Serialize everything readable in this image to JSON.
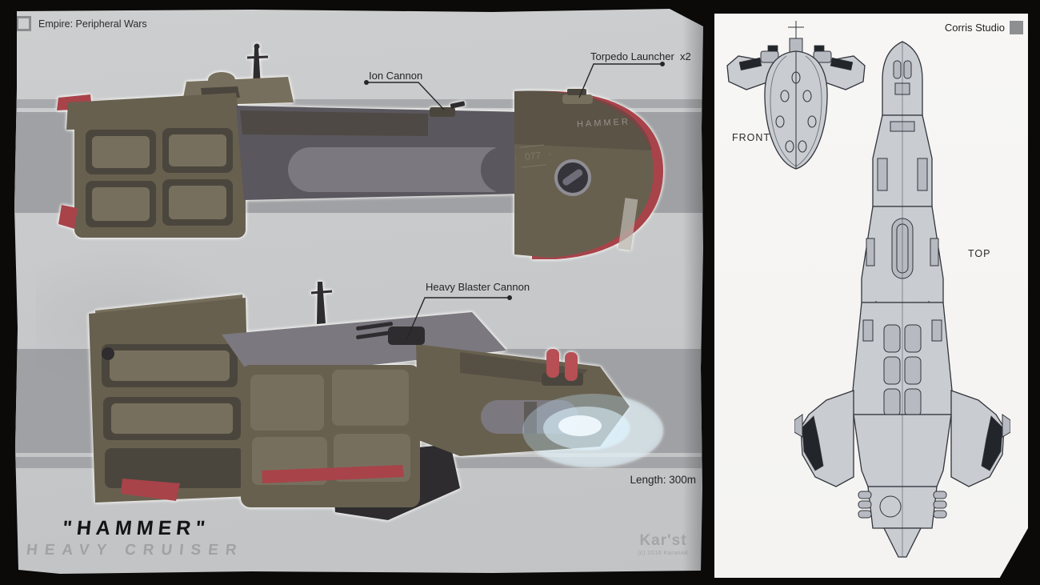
{
  "sheet": {
    "empire_label": "Empire: Peripheral Wars",
    "callouts": {
      "ion_cannon": "Ion Cannon",
      "torpedo_launcher": "Torpedo Launcher  x2",
      "heavy_blaster": "Heavy Blaster Cannon"
    },
    "hull": {
      "name": "HAMMER",
      "number": "077"
    },
    "length_label": "Length: 300m",
    "ship_title": "\"HAMMER\"",
    "ship_class": "HEAVY CRUISER",
    "artist": {
      "logo": "Kar'st",
      "copyright": "(c) 2016 KaranaK"
    }
  },
  "blueprint": {
    "studio_label": "Corris Studio",
    "front_label": "FRONT",
    "top_label": "TOP"
  },
  "colors": {
    "background": "#0b0a09",
    "paper": "#c7c9cb",
    "paper_band": "#9fa1a4",
    "panel_white": "#f6f5f3",
    "hull_olive": "#68604f",
    "hull_dark": "#4b463d",
    "metal_gray": "#5a575e",
    "accent_red": "#a8434a",
    "engine_glow": "#cfeaf7",
    "ink": "#262626"
  }
}
